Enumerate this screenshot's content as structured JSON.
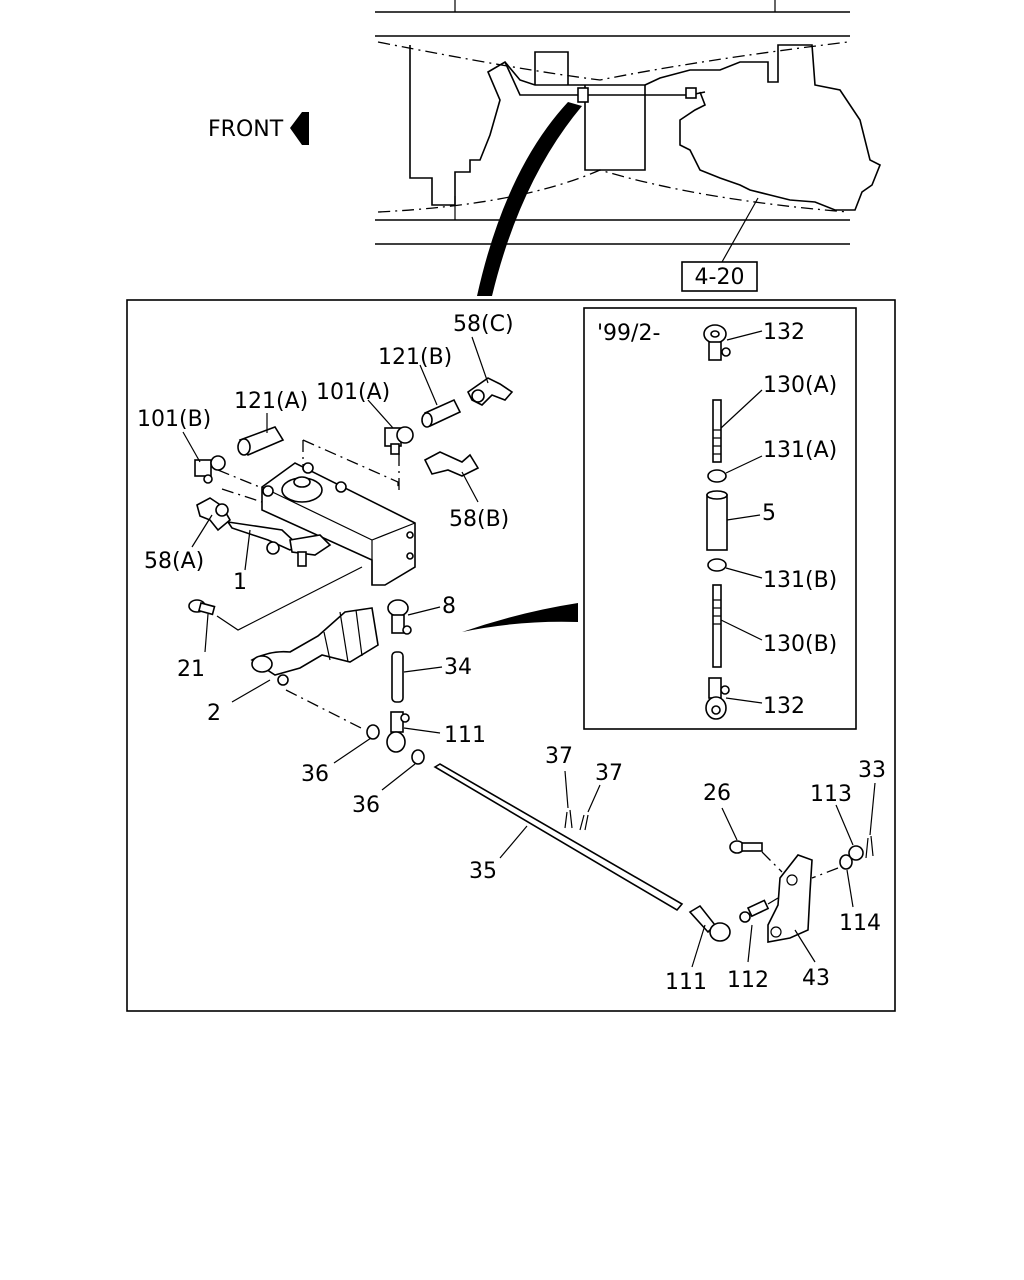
{
  "overview": {
    "front_label": "FRONT",
    "ref_box": "4-20"
  },
  "inset": {
    "date_label": "'99/2-"
  },
  "callouts": {
    "c132a": "132",
    "c130a": "130(A)",
    "c131a": "131(A)",
    "c5": "5",
    "c131b": "131(B)",
    "c130b": "130(B)",
    "c132b": "132",
    "c58c": "58(C)",
    "c121b": "121(B)",
    "c121a": "121(A)",
    "c101a": "101(A)",
    "c101b": "101(B)",
    "c58b": "58(B)",
    "c58a": "58(A)",
    "c1": "1",
    "c8": "8",
    "c21": "21",
    "c34": "34",
    "c2": "2",
    "c111a": "111",
    "c36a": "36",
    "c36b": "36",
    "c37a": "37",
    "c37b": "37",
    "c35": "35",
    "c26": "26",
    "c113": "113",
    "c33": "33",
    "c114": "114",
    "c111b": "111",
    "c112": "112",
    "c43": "43"
  },
  "colors": {
    "line": "#000000",
    "background": "#ffffff"
  }
}
